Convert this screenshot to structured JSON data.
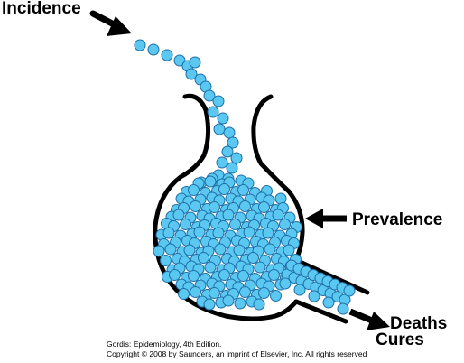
{
  "labels": {
    "incidence": "Incidence",
    "prevalence": "Prevalence",
    "deaths": "Deaths",
    "cures": "Cures"
  },
  "credits": {
    "line1": "Gordis: Epidemiology, 4th Edition.",
    "line2": "Copyright © 2008 by Saunders, an imprint of Elsevier, Inc. All rights reserved"
  },
  "colors": {
    "ball_fill": "#5ac8f0",
    "ball_stroke": "#1f6fa8",
    "outline": "#000000"
  }
}
